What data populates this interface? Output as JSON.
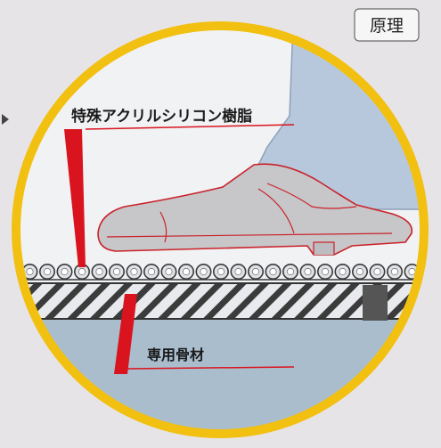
{
  "header": {
    "title": "原理"
  },
  "labels": {
    "resin": "特殊アクリルシリコン樹脂",
    "base": "専用骨材"
  },
  "colors": {
    "ring": "#f2c011",
    "ground": "#a9bdcc",
    "pants": "#b8c8dc",
    "shoe": "#c7c6c9",
    "leader": "#d9141e",
    "outline": "#c9222a"
  }
}
